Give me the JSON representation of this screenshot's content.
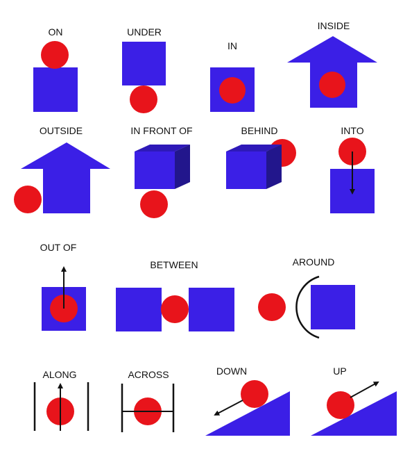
{
  "labels": {
    "on": "ON",
    "under": "UNDER",
    "in": "IN",
    "inside": "INSIDE",
    "outside": "OUTSIDE",
    "in_front_of": "IN FRONT OF",
    "behind": "BEHIND",
    "into": "INTO",
    "out_of": "OUT OF",
    "between": "BETWEEN",
    "around": "AROUND",
    "along": "ALONG",
    "across": "ACROSS",
    "down": "DOWN",
    "up": "UP"
  },
  "colors": {
    "shape": "#3b1fe6",
    "shape_dark": "#22168c",
    "ball": "#e8141b",
    "line": "#111111",
    "background": "#ffffff"
  }
}
